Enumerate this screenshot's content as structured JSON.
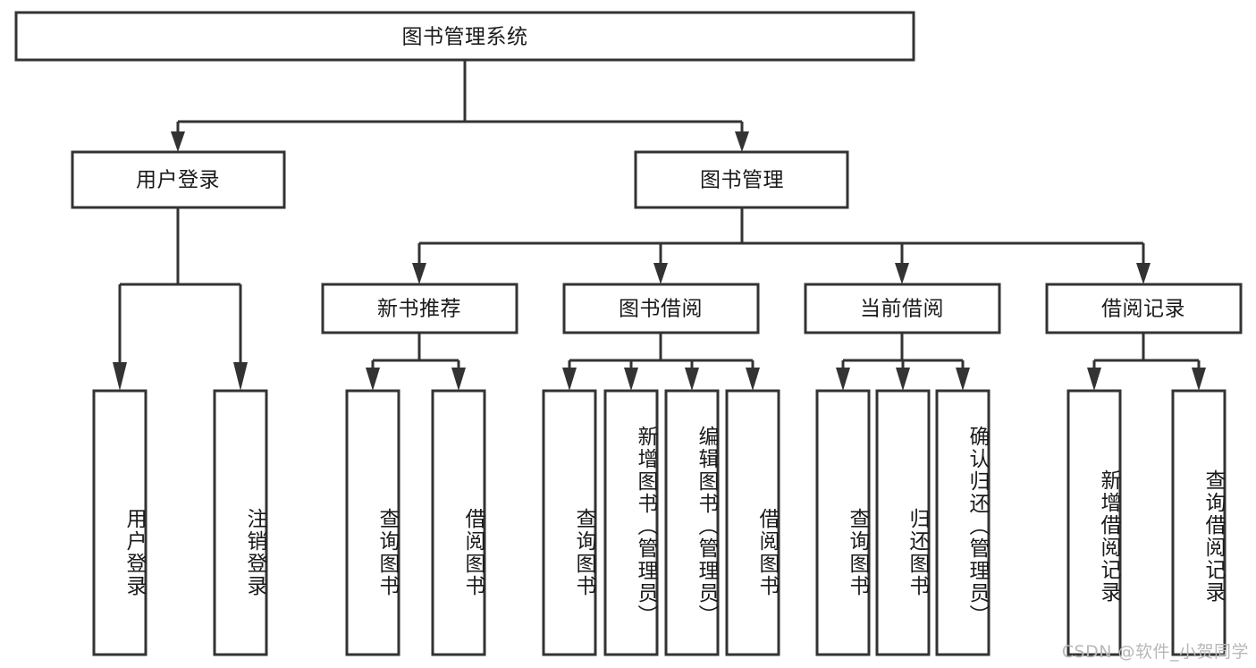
{
  "diagram": {
    "title": "图书管理系统",
    "type": "tree-hierarchy-diagram",
    "colors": {
      "box_stroke": "#333333",
      "box_fill": "#ffffff",
      "text": "#1a1a1a",
      "background": "#ffffff",
      "watermark": "#b8b8b8"
    },
    "root": {
      "label": "图书管理系统"
    },
    "level2": [
      {
        "label": "用户登录"
      },
      {
        "label": "图书管理"
      }
    ],
    "level3": [
      {
        "label": "新书推荐"
      },
      {
        "label": "图书借阅"
      },
      {
        "label": "当前借阅"
      },
      {
        "label": "借阅记录"
      }
    ],
    "leaves": [
      {
        "label": "用户登录",
        "parent": "用户登录"
      },
      {
        "label": "注销登录",
        "parent": "用户登录"
      },
      {
        "label": "查询图书",
        "parent": "新书推荐"
      },
      {
        "label": "借阅图书",
        "parent": "新书推荐"
      },
      {
        "label": "查询图书",
        "parent": "图书借阅"
      },
      {
        "label": "新增图书（管理员）",
        "parent": "图书借阅"
      },
      {
        "label": "编辑图书（管理员）",
        "parent": "图书借阅"
      },
      {
        "label": "借阅图书",
        "parent": "图书借阅"
      },
      {
        "label": "查询图书",
        "parent": "当前借阅"
      },
      {
        "label": "归还图书",
        "parent": "当前借阅"
      },
      {
        "label": "确认归还（管理员）",
        "parent": "当前借阅"
      },
      {
        "label": "新增借阅记录",
        "parent": "借阅记录"
      },
      {
        "label": "查询借阅记录",
        "parent": "借阅记录"
      }
    ],
    "watermark": "CSDN @软件_小贺同学"
  },
  "chart_data": {
    "type": "table",
    "title": "图书管理系统",
    "nodes": [
      {
        "id": "root",
        "label": "图书管理系统",
        "level": 1,
        "parent": null
      },
      {
        "id": "l2-1",
        "label": "用户登录",
        "level": 2,
        "parent": "root"
      },
      {
        "id": "l2-2",
        "label": "图书管理",
        "level": 2,
        "parent": "root"
      },
      {
        "id": "l3-1",
        "label": "新书推荐",
        "level": 3,
        "parent": "l2-2"
      },
      {
        "id": "l3-2",
        "label": "图书借阅",
        "level": 3,
        "parent": "l2-2"
      },
      {
        "id": "l3-3",
        "label": "当前借阅",
        "level": 3,
        "parent": "l2-2"
      },
      {
        "id": "l3-4",
        "label": "借阅记录",
        "level": 3,
        "parent": "l2-2"
      },
      {
        "id": "l4-1",
        "label": "用户登录",
        "level": 4,
        "parent": "l2-1"
      },
      {
        "id": "l4-2",
        "label": "注销登录",
        "level": 4,
        "parent": "l2-1"
      },
      {
        "id": "l4-3",
        "label": "查询图书",
        "level": 4,
        "parent": "l3-1"
      },
      {
        "id": "l4-4",
        "label": "借阅图书",
        "level": 4,
        "parent": "l3-1"
      },
      {
        "id": "l4-5",
        "label": "查询图书",
        "level": 4,
        "parent": "l3-2"
      },
      {
        "id": "l4-6",
        "label": "新增图书（管理员）",
        "level": 4,
        "parent": "l3-2"
      },
      {
        "id": "l4-7",
        "label": "编辑图书（管理员）",
        "level": 4,
        "parent": "l3-2"
      },
      {
        "id": "l4-8",
        "label": "借阅图书",
        "level": 4,
        "parent": "l3-2"
      },
      {
        "id": "l4-9",
        "label": "查询图书",
        "level": 4,
        "parent": "l3-3"
      },
      {
        "id": "l4-10",
        "label": "归还图书",
        "level": 4,
        "parent": "l3-3"
      },
      {
        "id": "l4-11",
        "label": "确认归还（管理员）",
        "level": 4,
        "parent": "l3-3"
      },
      {
        "id": "l4-12",
        "label": "新增借阅记录",
        "level": 4,
        "parent": "l3-4"
      },
      {
        "id": "l4-13",
        "label": "查询借阅记录",
        "level": 4,
        "parent": "l3-4"
      }
    ]
  }
}
